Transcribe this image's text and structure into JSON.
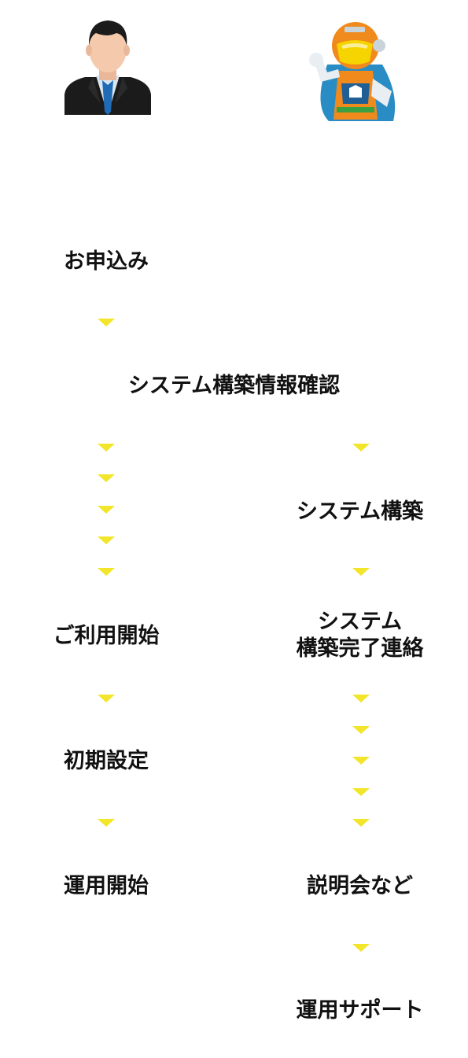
{
  "colors": {
    "arrow": "#f2e52a",
    "text": "#111111",
    "suit": "#1b1b1b",
    "tie": "#1f6bb5",
    "robot_orange": "#f08a1c",
    "robot_blue": "#2a8cc4",
    "robot_visor": "#f5d400"
  },
  "actors": {
    "customer_icon": "businessman-icon",
    "provider_icon": "robot-mascot-icon"
  },
  "steps": {
    "apply": "お申込み",
    "confirm": "システム構築情報確認",
    "build": "システム構築",
    "build_done_line1": "システム",
    "build_done_line2": "構築完了連絡",
    "start_use": "ご利用開始",
    "initial_setup": "初期設定",
    "briefing": "説明会など",
    "operation_start": "運用開始",
    "operation_support": "運用サポート"
  }
}
